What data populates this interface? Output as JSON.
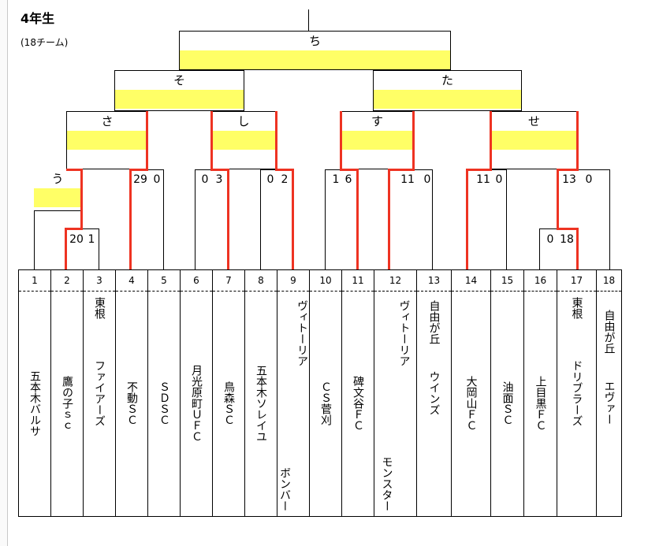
{
  "header": {
    "title": "4年生",
    "subtitle": "(18チーム)"
  },
  "rounds": {
    "final": "ち",
    "semi_left": "そ",
    "semi_right": "た",
    "qf_1": "さ",
    "qf_2": "し",
    "qf_3": "す",
    "qf_4": "せ",
    "r1_pre": "う"
  },
  "scores": {
    "m_2_3": [
      "20",
      "1"
    ],
    "m_u_4_5": [
      "29",
      "0"
    ],
    "m_6_7": [
      "0",
      "3"
    ],
    "m_8_9": [
      "0",
      "2"
    ],
    "m_10_11": [
      "1",
      "6"
    ],
    "m_12_13": [
      "11",
      "0"
    ],
    "m_14_15": [
      "11",
      "0"
    ],
    "m_16_17": [
      "0",
      "18"
    ],
    "m_se": [
      "13",
      "0"
    ]
  },
  "teams": [
    {
      "no": "1",
      "name": [
        "五本木バルサ"
      ]
    },
    {
      "no": "2",
      "name": [
        "鷹の子ｓｃ"
      ]
    },
    {
      "no": "3",
      "name": [
        "東根",
        "ファイアーズ"
      ]
    },
    {
      "no": "4",
      "name": [
        "不動ＳＣ"
      ]
    },
    {
      "no": "5",
      "name": [
        "ＳＤＳＣ"
      ]
    },
    {
      "no": "6",
      "name": [
        "月光原町ＵＦＣ"
      ]
    },
    {
      "no": "7",
      "name": [
        "鳥森ＳＣ"
      ]
    },
    {
      "no": "8",
      "name": [
        "五本木ソレイユ"
      ]
    },
    {
      "no": "9",
      "name": [
        "ヴィトーリア",
        "ボンバー"
      ]
    },
    {
      "no": "10",
      "name": [
        "ＣＳ菅刈"
      ]
    },
    {
      "no": "11",
      "name": [
        "碑文谷ＦＣ"
      ]
    },
    {
      "no": "12",
      "name": [
        "ヴィトーリア",
        "モンスター"
      ]
    },
    {
      "no": "13",
      "name": [
        "自由が丘",
        "ウインズ"
      ]
    },
    {
      "no": "14",
      "name": [
        "大岡山ＦＣ"
      ]
    },
    {
      "no": "15",
      "name": [
        "油面ＳＣ"
      ]
    },
    {
      "no": "16",
      "name": [
        "上目黒ＦＣ"
      ]
    },
    {
      "no": "17",
      "name": [
        "東根",
        "ドリブラーズ"
      ]
    },
    {
      "no": "18",
      "name": [
        "自由が丘",
        "エヴァー"
      ]
    }
  ]
}
